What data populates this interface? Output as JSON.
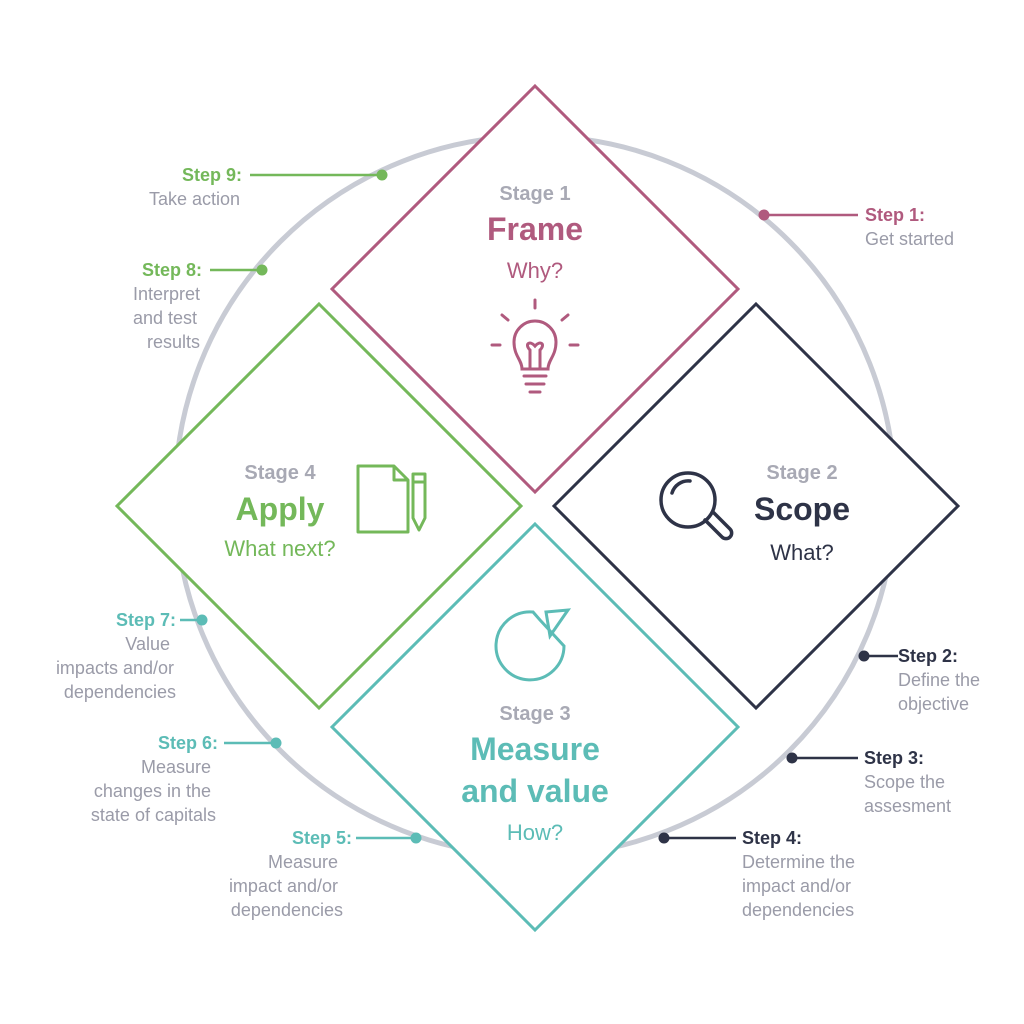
{
  "colors": {
    "frame": "#b05a7e",
    "scope": "#2e3347",
    "measure": "#5cbcb6",
    "apply": "#74b85a",
    "ring": "#c8cbd4",
    "gray_text": "#9a9ba8"
  },
  "stages": {
    "frame": {
      "stage": "Stage 1",
      "name": "Frame",
      "question": "Why?",
      "icon": "lightbulb-icon"
    },
    "scope": {
      "stage": "Stage 2",
      "name": "Scope",
      "question": "What?",
      "icon": "magnifier-icon"
    },
    "measure": {
      "stage": "Stage 3",
      "name_line1": "Measure",
      "name_line2": "and value",
      "question": "How?",
      "icon": "pie-chart-icon"
    },
    "apply": {
      "stage": "Stage 4",
      "name": "Apply",
      "question": "What next?",
      "icon": "document-pencil-icon"
    }
  },
  "steps": {
    "s1": {
      "title": "Step 1:",
      "lines": [
        "Get started"
      ]
    },
    "s2": {
      "title": "Step 2:",
      "lines": [
        "Define the",
        "objective"
      ]
    },
    "s3": {
      "title": "Step 3:",
      "lines": [
        "Scope the",
        "assesment"
      ]
    },
    "s4": {
      "title": "Step 4:",
      "lines": [
        "Determine the",
        "impact and/or",
        "dependencies"
      ]
    },
    "s5": {
      "title": "Step 5:",
      "lines": [
        "Measure",
        "impact and/or",
        "dependencies"
      ]
    },
    "s6": {
      "title": "Step 6:",
      "lines": [
        "Measure",
        "changes in the",
        "state of capitals"
      ]
    },
    "s7": {
      "title": "Step 7:",
      "lines": [
        "Value",
        "impacts and/or",
        "dependencies"
      ]
    },
    "s8": {
      "title": "Step 8:",
      "lines": [
        "Interpret",
        "and test",
        "results"
      ]
    },
    "s9": {
      "title": "Step 9:",
      "lines": [
        "Take action"
      ]
    }
  }
}
